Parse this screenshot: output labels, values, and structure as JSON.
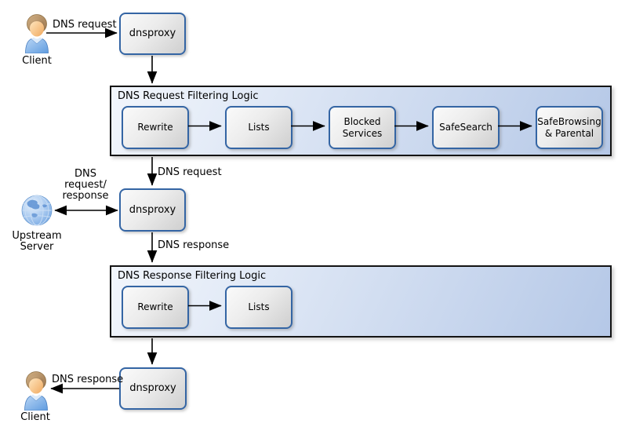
{
  "flow": {
    "client_top": {
      "label": "Client"
    },
    "dnsproxy_top": {
      "label": "dnsproxy"
    },
    "edge_client_to_proxy": {
      "label": "DNS request"
    },
    "request_filtering": {
      "title": "DNS Request Filtering Logic",
      "steps": [
        "Rewrite",
        "Lists",
        "Blocked Services",
        "SafeSearch",
        "SafeBrowsing & Parental"
      ]
    },
    "edge_request_mid": {
      "label": "DNS request"
    },
    "dnsproxy_mid": {
      "label": "dnsproxy"
    },
    "upstream": {
      "label": "Upstream Server",
      "edge_label": "DNS request/ response"
    },
    "edge_response_mid": {
      "label": "DNS response"
    },
    "response_filtering": {
      "title": "DNS Response Filtering Logic",
      "steps": [
        "Rewrite",
        "Lists"
      ]
    },
    "dnsproxy_bottom": {
      "label": "dnsproxy"
    },
    "edge_proxy_to_client": {
      "label": "DNS response"
    },
    "client_bottom": {
      "label": "Client"
    }
  },
  "colors": {
    "box_border": "#3465a4",
    "container_border": "#141414",
    "container_fill_start": "#f2f6fc",
    "container_fill_end": "#b5c8e7",
    "arrow": "#000000"
  }
}
